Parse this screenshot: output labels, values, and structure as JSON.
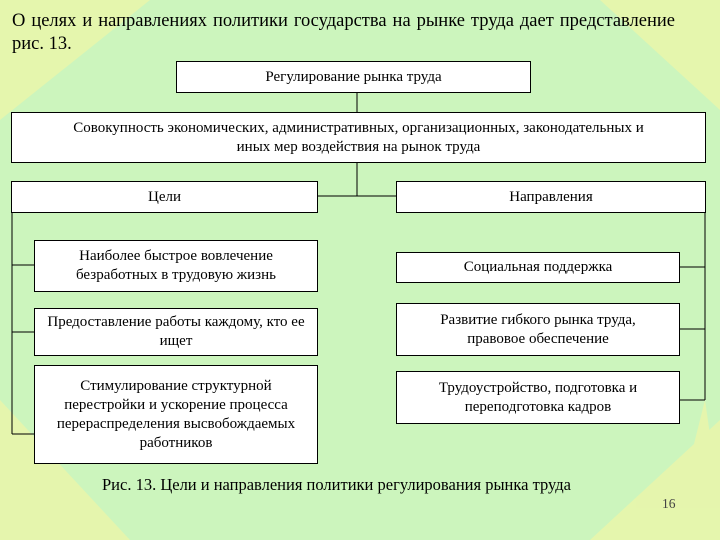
{
  "intro": "О целях и направлениях политики государства на рынке труда дает представление рис. 13.",
  "nodes": {
    "root": "Регулирование рынка труда",
    "measures": "Совокупность экономических, административных, организационных, законодательных и иных мер воздействия на рынок труда",
    "goals": "Цели",
    "directions": "Направления",
    "goal1": "Наиболее быстрое вовлечение безработных в трудовую жизнь",
    "goal2": "Предоставление работы каждому, кто ее ищет",
    "goal3": "Стимулирование структурной перестройки и ускорение процесса перераспределения высвобождаемых работников",
    "dir1": "Социальная поддержка",
    "dir2": "Развитие гибкого рынка труда, правовое обеспечение",
    "dir3": "Трудоустройство, подготовка и переподготовка кадров"
  },
  "caption": "Рис. 13. Цели и направления политики регулирования рынка труда",
  "page_number": "16",
  "colors": {
    "background": "#ccf5bd",
    "box_fill": "#ffffff",
    "decor": "#f4f0a0"
  }
}
